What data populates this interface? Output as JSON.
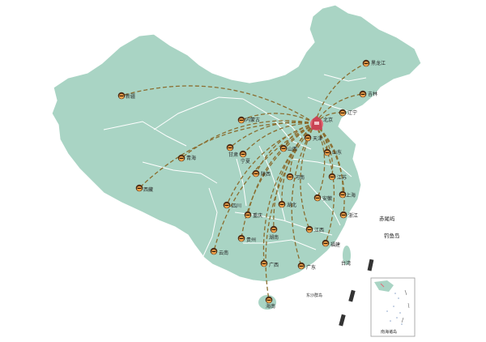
{
  "map": {
    "colors": {
      "land": "#a9d4c4",
      "border": "#ffffff",
      "route": "#8a6d2f",
      "hub": "#e06a77",
      "marker_face": "#f0a24a",
      "marker_hair": "#4a2a14"
    },
    "hub": {
      "name": "北京",
      "icon": "hub-city-marker"
    },
    "provinces": [
      {
        "name": "新疆"
      },
      {
        "name": "西藏"
      },
      {
        "name": "青海"
      },
      {
        "name": "甘肃"
      },
      {
        "name": "内蒙古"
      },
      {
        "name": "黑龙江"
      },
      {
        "name": "吉林"
      },
      {
        "name": "辽宁"
      },
      {
        "name": "天津"
      },
      {
        "name": "山西"
      },
      {
        "name": "宁夏"
      },
      {
        "name": "陕西"
      },
      {
        "name": "河南"
      },
      {
        "name": "山东"
      },
      {
        "name": "江苏"
      },
      {
        "name": "上海"
      },
      {
        "name": "安徽"
      },
      {
        "name": "湖北"
      },
      {
        "name": "四川"
      },
      {
        "name": "重庆"
      },
      {
        "name": "浙江"
      },
      {
        "name": "湖南"
      },
      {
        "name": "江西"
      },
      {
        "name": "福建"
      },
      {
        "name": "贵州"
      },
      {
        "name": "云南"
      },
      {
        "name": "广西"
      },
      {
        "name": "广东"
      },
      {
        "name": "海南"
      },
      {
        "name": "台湾"
      }
    ],
    "islands": {
      "diaoyu_left": "赤尾屿",
      "diaoyu": "钓鱼岛",
      "south_sea": "东沙群岛"
    },
    "inset_caption": "南海诸岛"
  }
}
